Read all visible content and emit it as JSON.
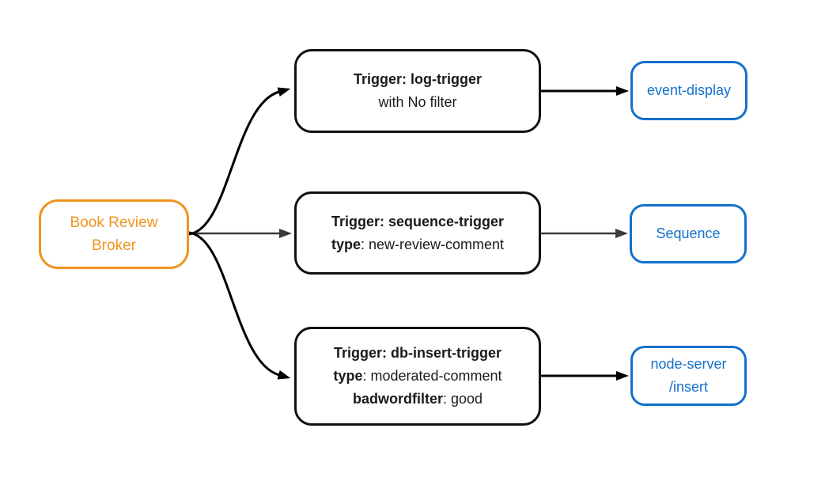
{
  "colors": {
    "broker": "#F0941E",
    "sink": "#1470CB",
    "arrow_primary": "#000000",
    "arrow_secondary": "#3B3B3B",
    "node_border_dark": "#111111",
    "text_dark": "#1A1A1A",
    "background": "#FFFFFF"
  },
  "nodes": {
    "broker": {
      "label": "Book Review\nBroker"
    },
    "triggers": [
      {
        "title": "Trigger: log-trigger",
        "subtitle": "with No filter"
      },
      {
        "title": "Trigger: sequence-trigger",
        "attrs": [
          {
            "key": "type",
            "value": ": new-review-comment"
          }
        ]
      },
      {
        "title": "Trigger: db-insert-trigger",
        "attrs": [
          {
            "key": "type",
            "value": ": moderated-comment"
          },
          {
            "key": "badwordfilter",
            "value": ": good"
          }
        ]
      }
    ],
    "sinks": [
      {
        "label": "event-display"
      },
      {
        "label": "Sequence"
      },
      {
        "label": "node-server\n/insert"
      }
    ]
  }
}
